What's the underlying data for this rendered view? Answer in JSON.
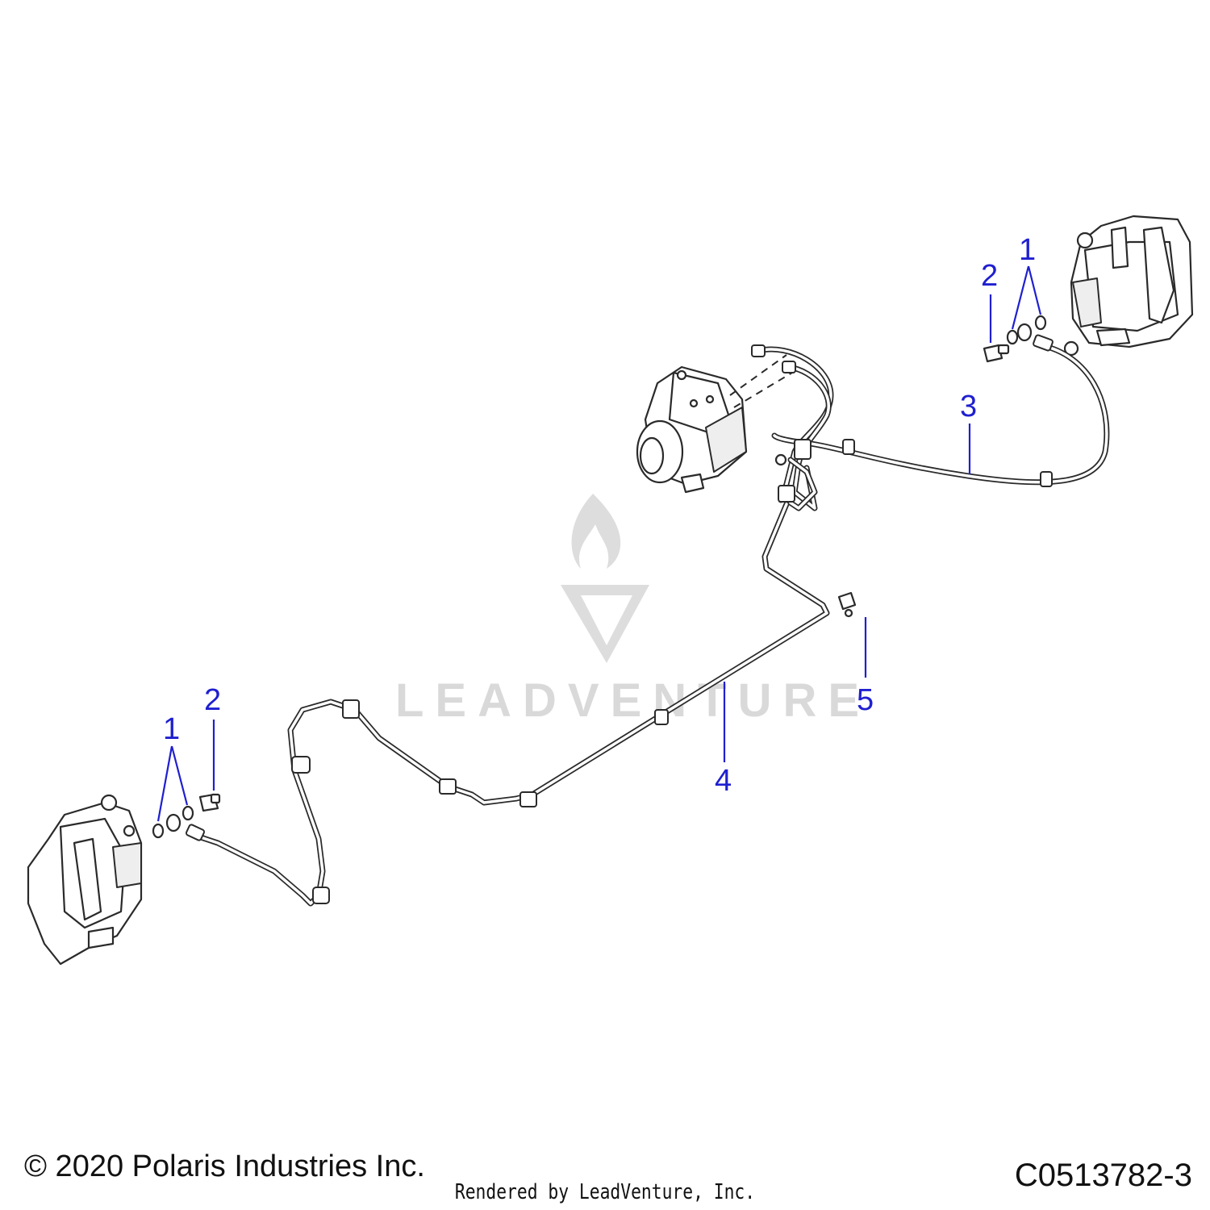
{
  "watermark": {
    "text": "LEADVENTURE"
  },
  "callouts": [
    {
      "id": "c1-right",
      "label": "1"
    },
    {
      "id": "c2-right",
      "label": "2"
    },
    {
      "id": "c3",
      "label": "3"
    },
    {
      "id": "c1-left",
      "label": "1"
    },
    {
      "id": "c2-left",
      "label": "2"
    },
    {
      "id": "c4",
      "label": "4"
    },
    {
      "id": "c5",
      "label": "5"
    }
  ],
  "footer": {
    "copyright": "© 2020 Polaris Industries Inc.",
    "part_number": "C0513782-3",
    "rendered_by": "Rendered by LeadVenture, Inc."
  }
}
